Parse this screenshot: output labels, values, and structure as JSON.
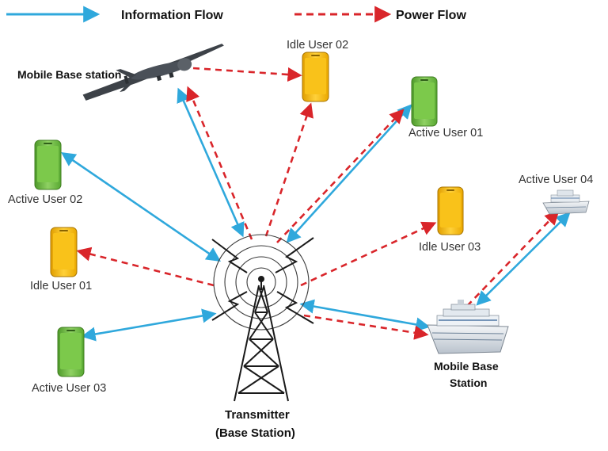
{
  "legend": {
    "information_flow": "Information Flow",
    "power_flow": "Power Flow"
  },
  "colors": {
    "info": "#2fa8dc",
    "power": "#d9252a",
    "active_phone": "#6fbf3f",
    "idle_phone": "#f5b800"
  },
  "nodes": {
    "drone": {
      "label": "Mobile Base station"
    },
    "idle_user_02": {
      "label": "Idle User 02"
    },
    "active_user_01": {
      "label": "Active User 01"
    },
    "active_user_02": {
      "label": "Active User 02"
    },
    "idle_user_03": {
      "label": "Idle User 03"
    },
    "active_user_04": {
      "label": "Active User 04"
    },
    "idle_user_01": {
      "label": "Idle User 01"
    },
    "active_user_03": {
      "label": "Active User 03"
    },
    "ship": {
      "label_line1": "Mobile Base",
      "label_line2": "Station"
    },
    "transmitter": {
      "label_line1": "Transmitter",
      "label_line2": "(Base Station)"
    }
  }
}
